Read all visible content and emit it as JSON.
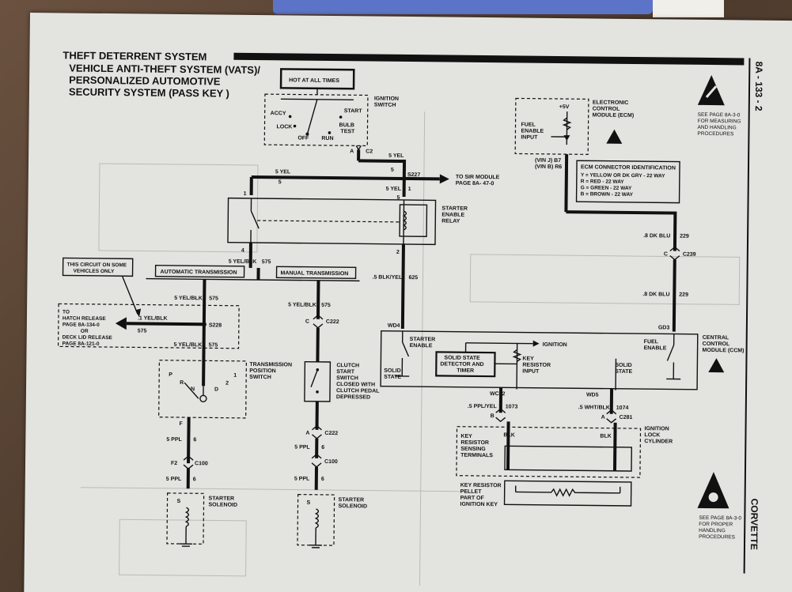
{
  "header": {
    "title": "THEFT DETERRENT SYSTEM",
    "subtitle_1": "VEHICLE ANTI-THEFT SYSTEM (VATS)/",
    "subtitle_2": "PERSONALIZED AUTOMOTIVE",
    "subtitle_3": "SECURITY SYSTEM (PASS KEY )",
    "page_number": "8A - 133 - 2",
    "footer_side": "CORVETTE"
  },
  "esd_notes": {
    "top": [
      "SEE PAGE 8A-3-0",
      "FOR MEASURING",
      "AND HANDLING",
      "PROCEDURES"
    ],
    "bottom": [
      "SEE PAGE 8A-3-0",
      "FOR PROPER",
      "HANDLING",
      "PROCEDURES"
    ]
  },
  "power": {
    "hot_label": "HOT AT ALL TIMES"
  },
  "ignition_switch": {
    "label": [
      "IGNITION",
      "SWITCH"
    ],
    "positions": [
      "ACCY",
      "LOCK",
      "OFF",
      "RUN",
      "START",
      "BULB",
      "TEST"
    ],
    "connector": "C2",
    "pin": "A"
  },
  "splice_s227": {
    "id": "S227",
    "wire_in": "5 YEL",
    "wire_in_num": "5",
    "wire_left": "5 YEL",
    "wire_left_num": "5",
    "wire_down": "5 YEL",
    "wire_down_num": "1",
    "to_label": [
      "TO SIR MODULE",
      "PAGE 8A- 47-0"
    ]
  },
  "starter_relay": {
    "label": [
      "STARTER",
      "ENABLE",
      "RELAY"
    ],
    "pins": [
      "1",
      "5",
      "4",
      "2"
    ],
    "out_left": "5 YEL/BLK",
    "out_left_num": "575",
    "out_right": ".5 BLK/YEL",
    "out_right_num": "625"
  },
  "transmission": {
    "automatic": "AUTOMATIC TRANSMISSION",
    "manual": "MANUAL TRANSMISSION"
  },
  "note_box": [
    "THIS CIRCUIT ON SOME",
    "VEHICLES ONLY"
  ],
  "hatch": {
    "lines": [
      "TO",
      "HATCH RELEASE",
      "PAGE 8A-134-0",
      "OR",
      "DECK LID RELEASE",
      "PAGE 8A-121-0"
    ],
    "wire": ".1 YEL/BLK",
    "wire_num": "575",
    "splice": "S228"
  },
  "auto_side": {
    "wire_top": "5 YEL/BLK",
    "wire_top_num": "575",
    "wire_mid": "5 YEL/BLK",
    "wire_mid_num": "575",
    "tps_label": [
      "TRANSMISSION",
      "POSITION",
      "SWITCH"
    ],
    "tps_positions": [
      "P",
      "R",
      "N",
      "D",
      "2",
      "1"
    ],
    "pin_f": "F",
    "wire_a": "5 PPL",
    "wire_a_num": "6",
    "conn": "F2",
    "conn_label": "C100",
    "wire_b": "5 PPL",
    "wire_b_num": "6",
    "solenoid": [
      "STARTER",
      "SOLENOID"
    ],
    "sol_pin": "S"
  },
  "manual_side": {
    "wire_top": "5 YEL/BLK",
    "wire_top_num": "575",
    "conn_c": "C",
    "conn_c_label": "C222",
    "clutch_label": [
      "CLUTCH",
      "START",
      "SWITCH",
      "CLOSED WITH",
      "CLUTCH PEDAL",
      "DEPRESSED"
    ],
    "conn_a": "A",
    "conn_a_label": "C222",
    "wire_a": "5 PPL",
    "wire_a_num": "6",
    "conn_b_label": "C100",
    "wire_b": "5 PPL",
    "wire_b_num": "6",
    "solenoid": [
      "STARTER",
      "SOLENOID"
    ],
    "sol_pin": "S"
  },
  "ecm": {
    "label": [
      "ELECTRONIC",
      "CONTROL",
      "MODULE (ECM)"
    ],
    "voltage": "+5V",
    "input": [
      "FUEL",
      "ENABLE",
      "INPUT"
    ],
    "vin1": "(VIN J) B7",
    "vin2": "(VIN B) R6",
    "id_title": "ECM CONNECTOR IDENTIFICATION",
    "id_rows": [
      "Y = YELLOW OR DK GRY   - 22 WAY",
      "R = RED                        - 22 WAY",
      "G = GREEN                   - 22 WAY",
      "B = BROWN                  - 22 WAY"
    ],
    "wire1": ".8 DK BLU",
    "wire1_num": "229",
    "conn": "C",
    "conn_label": "C239",
    "wire2": ".8 DK BLU",
    "wire2_num": "229",
    "pin_g": "GD3"
  },
  "ccm": {
    "label": [
      "CENTRAL",
      "CONTROL",
      "MODULE (CCM)"
    ],
    "pin_wd4": "WD4",
    "starter_enable": [
      "STARTER",
      "ENABLE"
    ],
    "solid_state_l": [
      "SOLID",
      "STATE"
    ],
    "detector": [
      "SOLID STATE",
      "DETECTOR AND",
      "TIMER"
    ],
    "ignition": "IGNITION",
    "key_resistor": [
      "KEY",
      "RESISTOR",
      "INPUT"
    ],
    "solid_state_r": [
      "SOLID",
      "STATE"
    ],
    "fuel_enable": [
      "FUEL",
      "ENABLE"
    ],
    "pin_wc12": "WC12",
    "pin_wd5": "WD5"
  },
  "key": {
    "wire_l": ".5 PPL/YEL",
    "wire_l_num": "1073",
    "wire_r": ".5 WHT/BLK",
    "wire_r_num": "1074",
    "pin_b": "B",
    "pin_a": "A",
    "conn": "C281",
    "lock_label": [
      "IGNITION",
      "LOCK",
      "CYLINDER"
    ],
    "sensing": [
      "KEY",
      "RESISTOR",
      "SENSING",
      "TERMINALS"
    ],
    "blk_l": "BLK",
    "blk_r": "BLK",
    "pellet": [
      "KEY RESISTOR",
      "PELLET",
      "PART OF",
      "IGNITION KEY"
    ]
  }
}
